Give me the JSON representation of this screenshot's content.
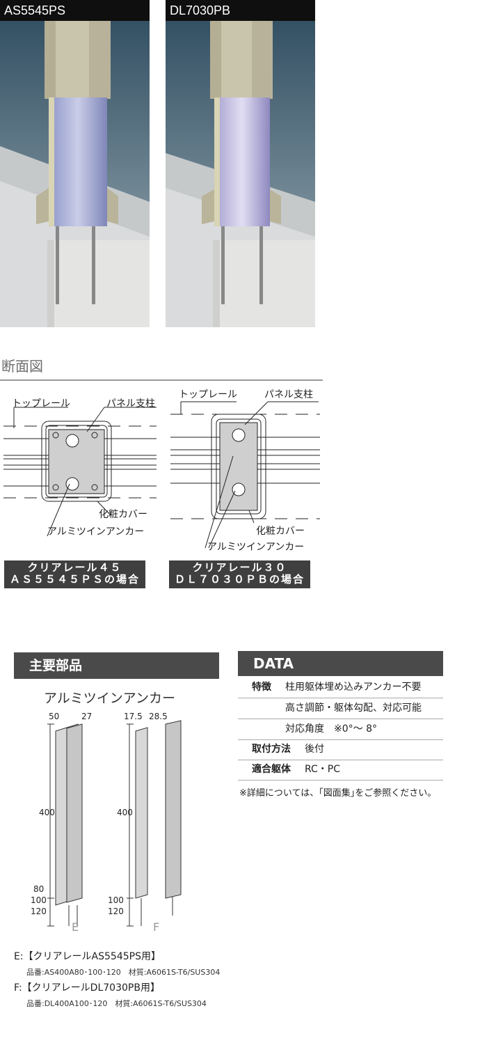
{
  "photos": [
    {
      "label": "AS5545PS"
    },
    {
      "label": "DL7030PB"
    }
  ],
  "section": {
    "title": "断面図"
  },
  "diagrams": [
    {
      "labels": {
        "top_rail": "トップレール",
        "post": "パネル支柱",
        "cover": "化粧カバー",
        "anchor": "アルミツインアンカー"
      },
      "caption": [
        "クリアレール４５",
        "ＡＳ５５４５ＰＳの場合"
      ]
    },
    {
      "labels": {
        "top_rail": "トップレール",
        "post": "パネル支柱",
        "cover": "化粧カバー",
        "anchor": "アルミツインアンカー"
      },
      "caption": [
        "クリアレール３０",
        "ＤＬ７０３０ＰＢの場合"
      ]
    }
  ],
  "parts": {
    "header": "主要部品",
    "subtitle": "アルミツインアンカー",
    "E": {
      "letter": "E",
      "dims": {
        "w": "50",
        "d": "27",
        "h": "400",
        "l1": "80",
        "l2": "100",
        "l3": "120"
      }
    },
    "F": {
      "letter": "F",
      "dims": {
        "w": "17.5",
        "d": "28.5",
        "h": "400",
        "l2": "100",
        "l3": "120"
      }
    },
    "notes": [
      {
        "title": "E:【クリアレールAS5545PS用】",
        "detail": "品番:AS400A80･100･120　材質:A6061S-T6/SUS304"
      },
      {
        "title": "F:【クリアレールDL7030PB用】",
        "detail": "品番:DL400A100･120　材質:A6061S-T6/SUS304"
      }
    ]
  },
  "data_panel": {
    "header": "DATA",
    "rows": [
      {
        "key": "特徴",
        "value": "柱用躯体埋め込みアンカー不要"
      },
      {
        "key": "",
        "value": "高さ調節・躯体勾配、対応可能"
      },
      {
        "key": "",
        "value": "対応角度　※0°～ 8°"
      },
      {
        "key": "取付方法",
        "value": "後付"
      },
      {
        "key": "適合躯体",
        "value": "RC・PC"
      }
    ],
    "footnote": "※詳細については、｢図面集｣をご参照ください。"
  },
  "colors": {
    "header_bg": "#4a4a4a",
    "caption_bg": "#3f3f3f",
    "title_gray": "#6d6d6d"
  }
}
